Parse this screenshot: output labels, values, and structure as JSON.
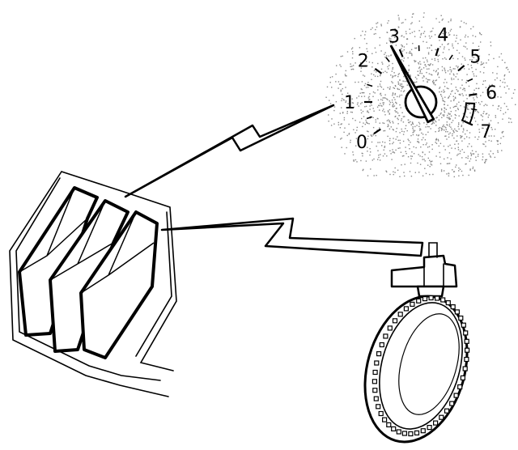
{
  "gauge": {
    "scale_labels": [
      "0",
      "1",
      "2",
      "3",
      "4",
      "5",
      "6",
      "7"
    ],
    "needle_reading": 3,
    "redline_start": 6.3
  },
  "components": {
    "control_unit": {
      "module_count": 3,
      "icon": "ecu-module-stack-icon"
    },
    "sensor": {
      "icon": "speed-sensor-icon"
    },
    "tone_wheel": {
      "icon": "toothed-reluctor-wheel-icon"
    }
  },
  "signal_links": [
    {
      "from": "control_unit",
      "to": "gauge",
      "icon": "lightning-bolt-icon"
    },
    {
      "from": "sensor",
      "to": "control_unit",
      "icon": "lightning-bolt-icon"
    }
  ]
}
